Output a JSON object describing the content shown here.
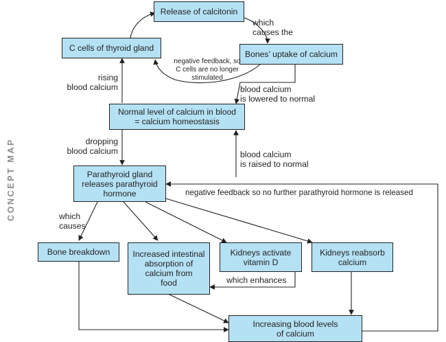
{
  "side_label": "CONCEPT MAP",
  "nodes": {
    "release_calcitonin": "Release of calcitonin",
    "c_cells": "C cells of thyroid gland",
    "bones_uptake": "Bones’ uptake of calcium",
    "normal_level_line1": "Normal level of calcium in blood",
    "normal_level_line2": "= calcium homeostasis",
    "parathyroid_line1": "Parathyroid gland",
    "parathyroid_line2": "releases parathyroid",
    "parathyroid_line3": "hormone",
    "bone_breakdown": "Bone breakdown",
    "intestinal_line1": "Increased intestinal",
    "intestinal_line2": "absorption of",
    "intestinal_line3": "calcium from",
    "intestinal_line4": "food",
    "kidneys_vitd_line1": "Kidneys activate",
    "kidneys_vitd_line2": "vitamin D",
    "kidneys_reabsorb_line1": "Kidneys reabsorb",
    "kidneys_reabsorb_line2": "calcium",
    "increasing_line1": "Increasing blood levels",
    "increasing_line2": "of calcium"
  },
  "links": {
    "which_causes_the_1": "which",
    "which_causes_the_2": "causes the",
    "neg_fb_c_1": "negative feedback, so",
    "neg_fb_c_2": "C cells are no longer",
    "neg_fb_c_3": "stimulated",
    "rising_1": "rising",
    "rising_2": "blood calcium",
    "lowered_1": "blood calcium",
    "lowered_2": "is lowered to normal",
    "dropping_1": "dropping",
    "dropping_2": "blood calcium",
    "raised_1": "blood calcium",
    "raised_2": "is raised to normal",
    "neg_fb_pth": "negative feedback so no further parathyroid hormone is released",
    "which_causes_1": "which",
    "which_causes_2": "causes",
    "which_enhances": "which enhances"
  }
}
